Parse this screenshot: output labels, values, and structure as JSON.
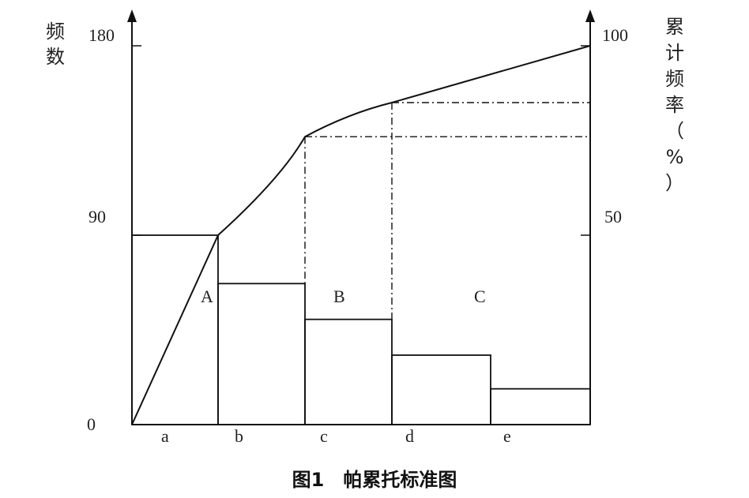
{
  "caption": "图1　帕累托标准图",
  "chart_data": {
    "type": "bar",
    "title": "",
    "categories": [
      "a",
      "b",
      "c",
      "d",
      "e"
    ],
    "values": [
      90,
      67,
      50,
      33,
      17
    ],
    "cumulative_line": {
      "points": [
        [
          0,
          0
        ],
        [
          1,
          50
        ],
        [
          2,
          76
        ],
        [
          3,
          85
        ],
        [
          5,
          100
        ]
      ]
    },
    "ylabel_left": "频数",
    "ylabel_right": "累计频率（%）",
    "yticks_left": [
      "0",
      "90",
      "180"
    ],
    "yticks_right": [
      "50",
      "100"
    ],
    "ylim_left": [
      0,
      180
    ],
    "ylim_right": [
      0,
      100
    ],
    "regions": [
      "A",
      "B",
      "C"
    ],
    "reference_levels_percent": [
      76,
      85
    ],
    "grid": false,
    "legend": "none"
  }
}
